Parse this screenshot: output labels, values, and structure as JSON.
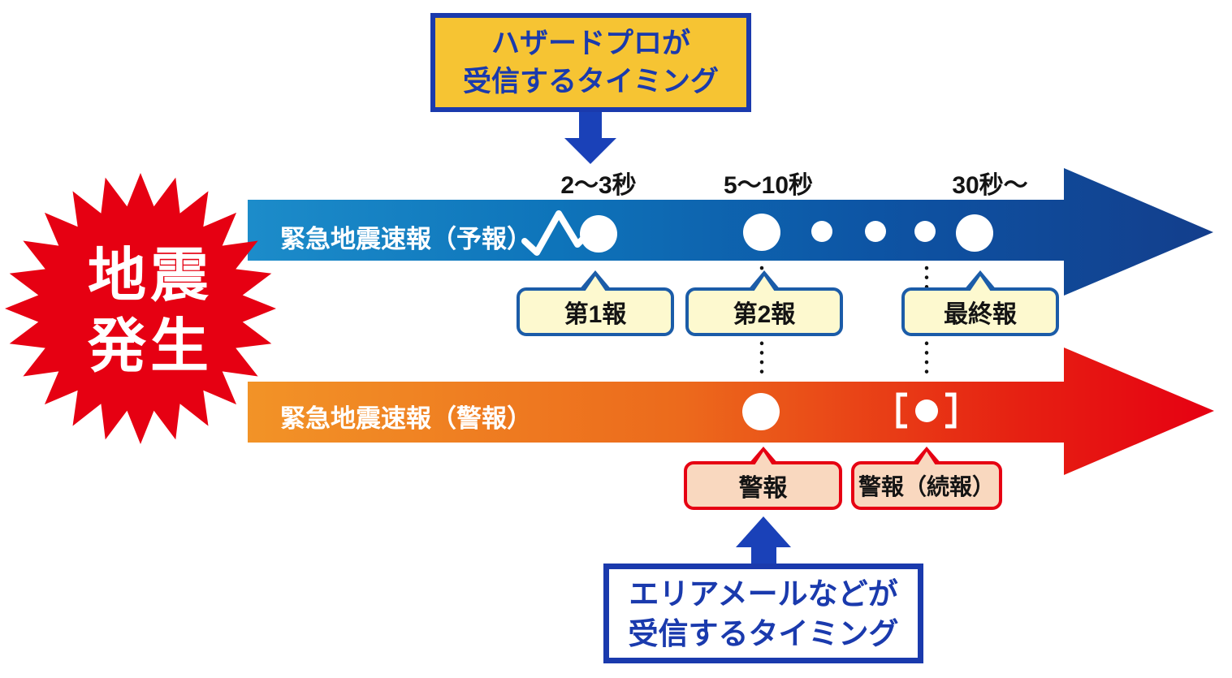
{
  "top_callout": {
    "line1": "ハザードプロが",
    "line2": "受信するタイミング"
  },
  "bottom_callout": {
    "line1": "エリアメールなどが",
    "line2": "受信するタイミング"
  },
  "starburst": {
    "line1": "地震",
    "line2": "発生"
  },
  "timeline": {
    "time_labels": [
      "2〜3秒",
      "5〜10秒",
      "30秒〜"
    ],
    "forecast": {
      "label": "緊急地震速報（予報）",
      "reports": [
        {
          "label": "第1報"
        },
        {
          "label": "第2報"
        },
        {
          "label": "最終報"
        }
      ]
    },
    "warning": {
      "label": "緊急地震速報（警報）",
      "reports": [
        {
          "label": "警報"
        },
        {
          "label": "警報（続報）"
        }
      ]
    }
  },
  "colors": {
    "forecast_band_start": "#1c8cca",
    "forecast_band_end": "#133e8c",
    "warning_band_start": "#f29327",
    "warning_band_end": "#e60012",
    "accent_blue": "#1a3aad",
    "arrow_blue": "#1a41b8",
    "starburst_red": "#e60012",
    "gold_fill": "#f6c433",
    "callout_yellow_fill": "#fdf9cf",
    "callout_yellow_border": "#1b5ca8",
    "callout_pink_fill": "#f9d8bf",
    "callout_pink_border": "#e60012"
  }
}
